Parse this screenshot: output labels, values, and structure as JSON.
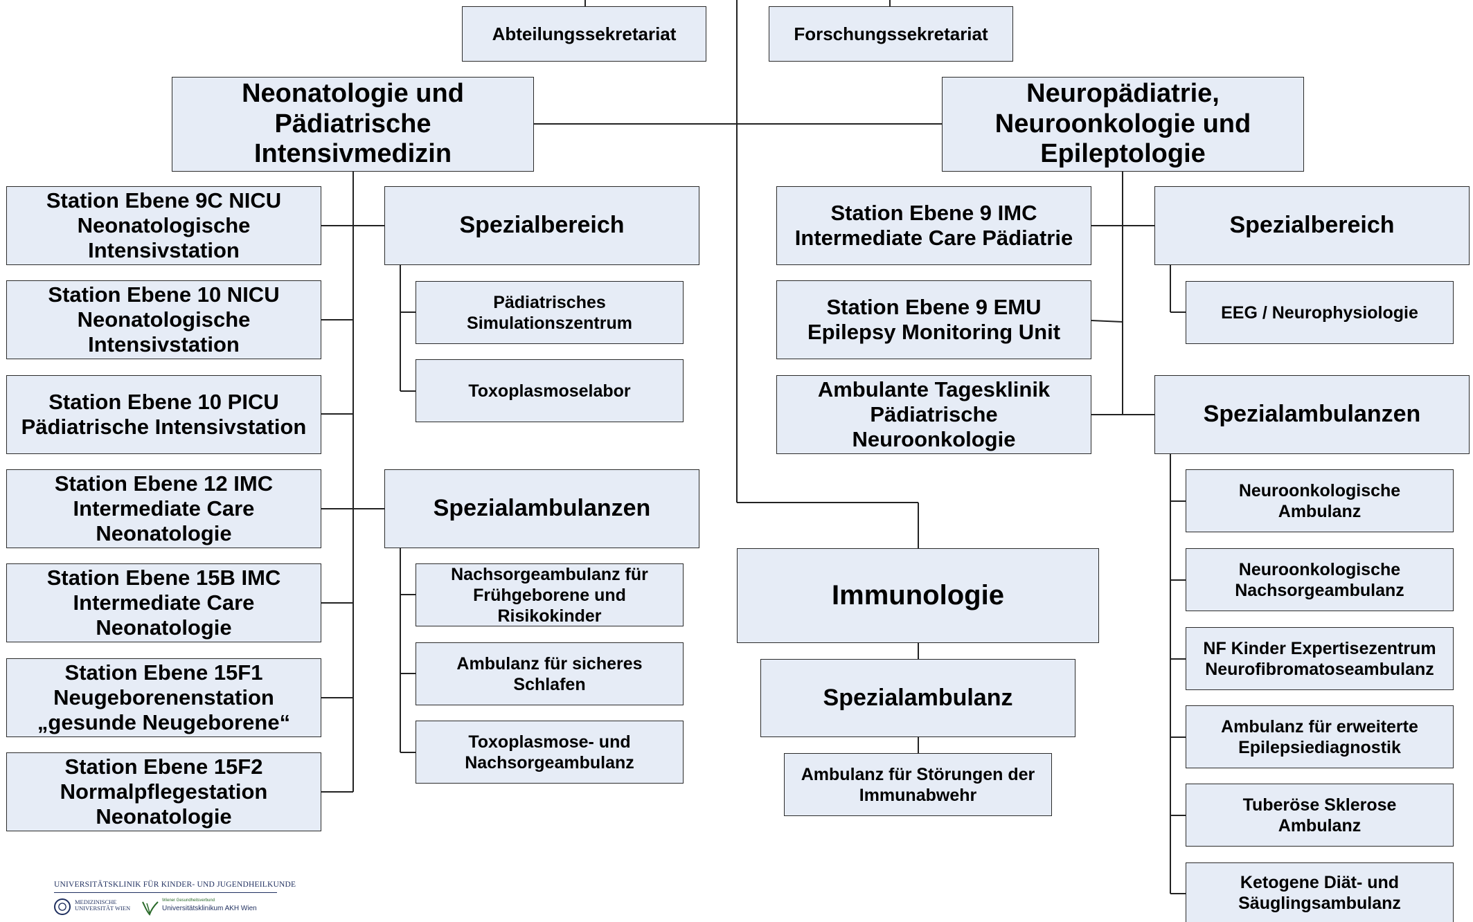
{
  "colors": {
    "box_fill": "#e6ecf6",
    "box_border": "#2a2a2a",
    "connector": "#222222",
    "logo_navy": "#1f2f5f",
    "logo_green": "#2a6a2a"
  },
  "boxes": {
    "abteilungssekretariat": "Abteilungssekretariat",
    "forschungssekretariat": "Forschungssekretariat",
    "neonatologie": "Neonatologie und\nPädiatrische\nIntensivmedizin",
    "neuropaediatrie": "Neuropädiatrie,\nNeuroonkologie und\nEpileptologie",
    "station_9c_nicu": "Station Ebene 9C NICU\nNeonatologische\nIntensivstation",
    "station_10_nicu": "Station Ebene 10 NICU\nNeonatologische\nIntensivstation",
    "station_10_picu": "Station Ebene 10 PICU\nPädiatrische Intensivstation",
    "station_12_imc": "Station Ebene 12 IMC\nIntermediate Care\nNeonatologie",
    "station_15b_imc": "Station Ebene 15B IMC\nIntermediate Care\nNeonatologie",
    "station_15f1": "Station Ebene 15F1\nNeugeborenenstation\n„gesunde Neugeborene“",
    "station_15f2": "Station Ebene 15F2\nNormalpflegestation\nNeonatologie",
    "neo_spezialbereich": "Spezialbereich",
    "simulationszentrum": "Pädiatrisches\nSimulationszentrum",
    "toxoplasmoselabor": "Toxoplasmoselabor",
    "neo_spezialambulanzen": "Spezialambulanzen",
    "nachsorgeambulanz_fruehgeborene": "Nachsorgeambulanz für\nFrühgeborene und\nRisikokinder",
    "ambulanz_sicheres_schlafen": "Ambulanz für sicheres\nSchlafen",
    "toxoplasmose_nachsorge": "Toxoplasmose- und\nNachsorgeambulanz",
    "station_9_imc": "Station Ebene 9 IMC\nIntermediate Care Pädiatrie",
    "station_9_emu": "Station Ebene 9 EMU\nEpilepsy Monitoring Unit",
    "tagesklinik": "Ambulante Tagesklinik\nPädiatrische\nNeuroonkologie",
    "neuro_spezialbereich": "Spezialbereich",
    "eeg": "EEG / Neurophysiologie",
    "neuro_spezialambulanzen": "Spezialambulanzen",
    "neuroonkologische_ambulanz": "Neuroonkologische\nAmbulanz",
    "neuroonkologische_nachsorge": "Neuroonkologische\nNachsorgeambulanz",
    "nf_kinder": "NF Kinder Expertisezentrum\nNeurofibromatoseambulanz",
    "epilepsiediagnostik": "Ambulanz für erweiterte\nEpilepsiediagnostik",
    "tuberoese_sklerose": "Tuberöse Sklerose\nAmbulanz",
    "ketogene_diaet": "Ketogene Diät- und\nSäuglingsambulanz",
    "immunologie": "Immunologie",
    "immuno_spezialambulanz": "Spezialambulanz",
    "immunabwehr": "Ambulanz für Störungen der\nImmunabwehr"
  },
  "logo": {
    "clinic_name": "UNIVERSITÄTSKLINIK FÜR KINDER- UND JUGENDHEILKUNDE",
    "meduni": "MEDIZINISCHE\nUNIVERSITÄT WIEN",
    "verbund": "Wiener Gesundheitsverbund",
    "akh": "Universitätsklinikum AKH Wien"
  }
}
